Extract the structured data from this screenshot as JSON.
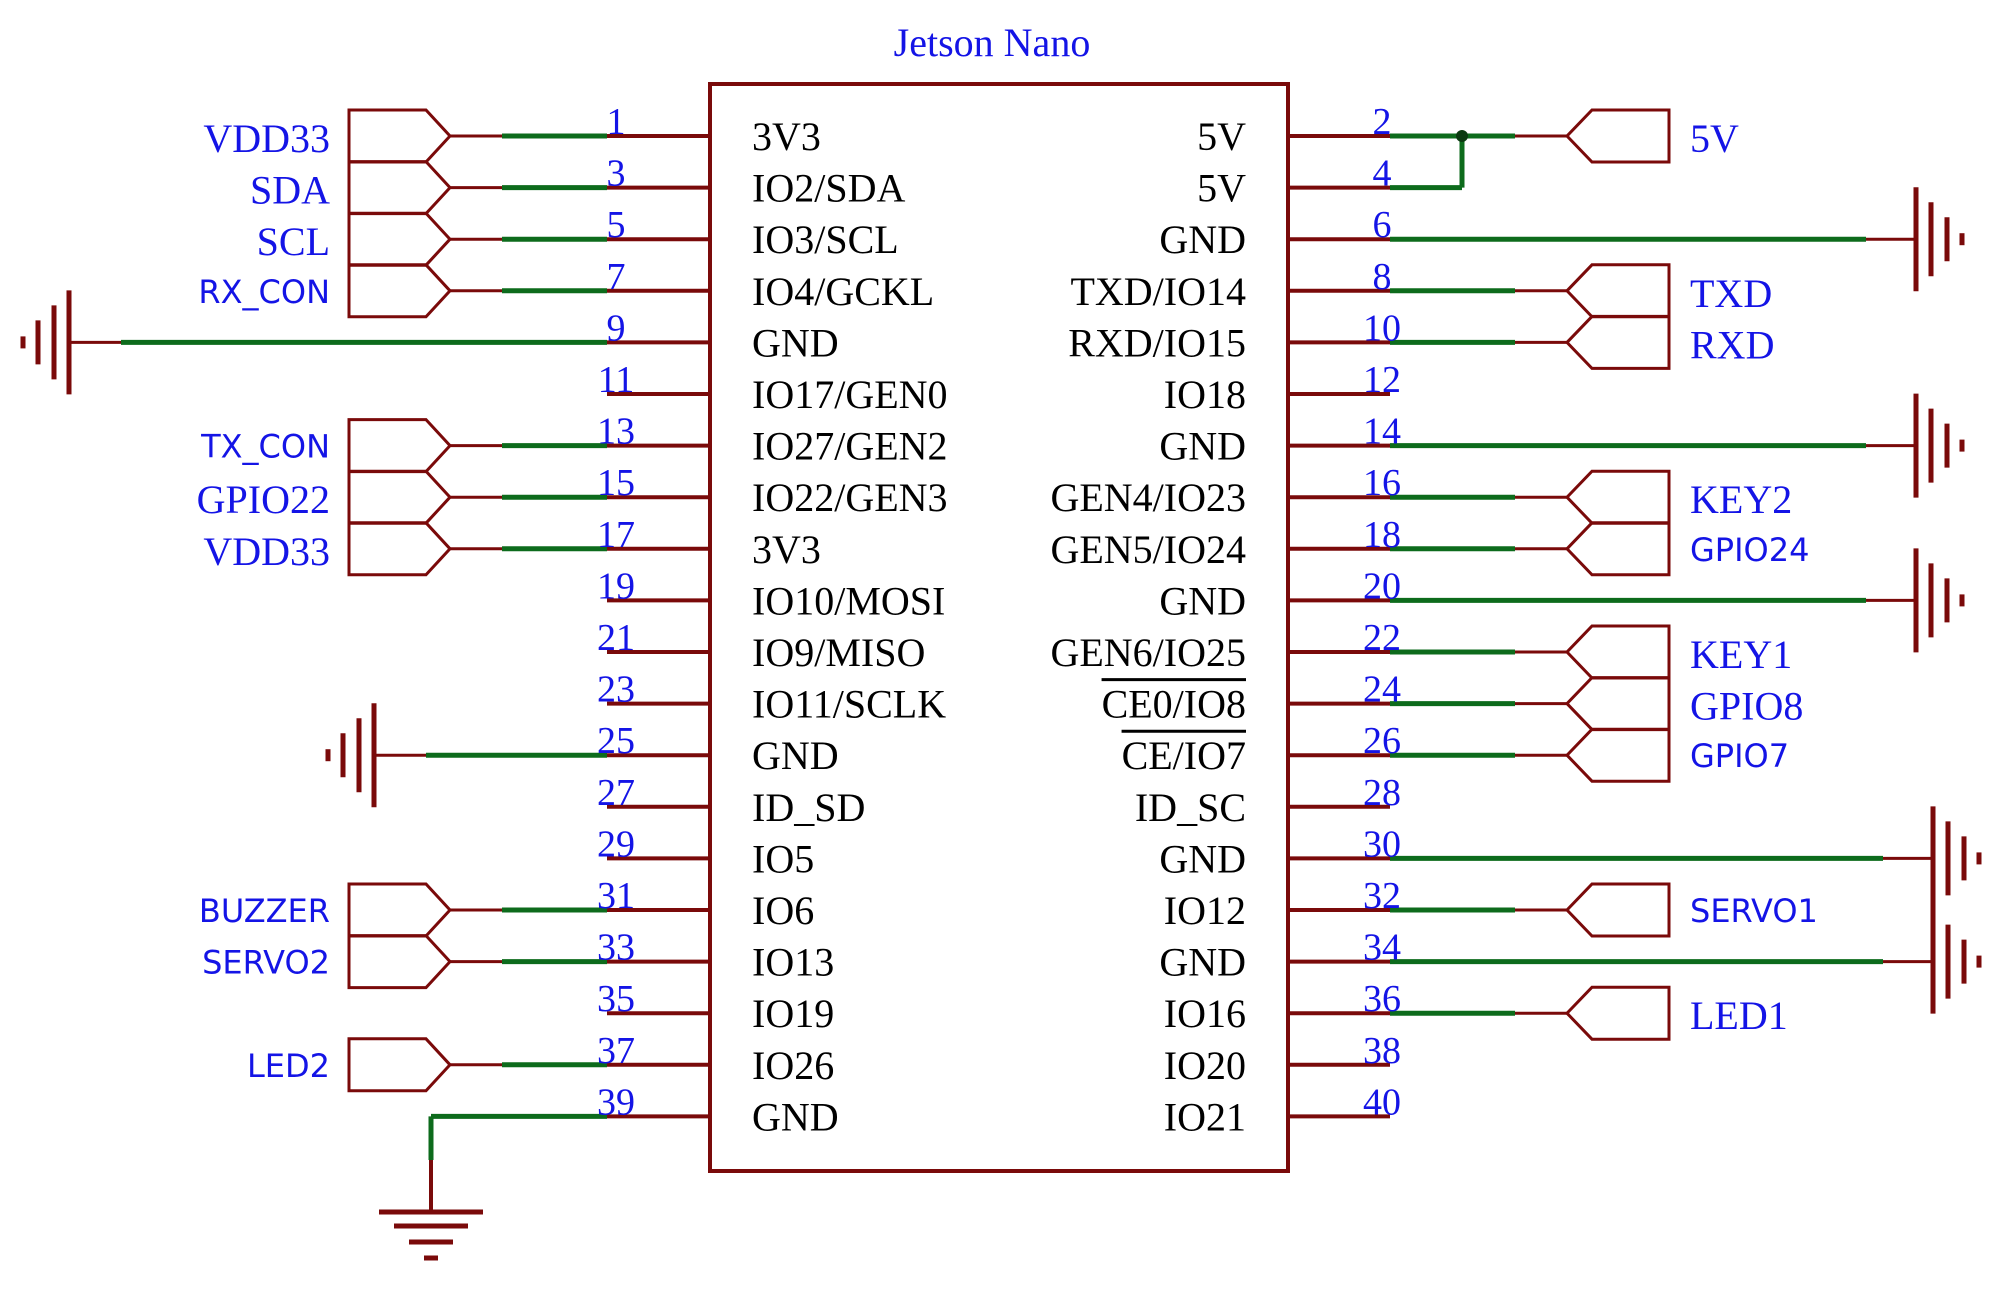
{
  "title": "Jetson Nano",
  "colors": {
    "body_outline": "#7a0a0a",
    "wire": "#0d6b1c",
    "net_label": "#1414e6",
    "pin_name": "#000000",
    "pin_number": "#1414e6"
  },
  "component": {
    "name": "Jetson Nano",
    "left_pins": [
      {
        "num": "1",
        "name": "3V3"
      },
      {
        "num": "3",
        "name": "IO2/SDA"
      },
      {
        "num": "5",
        "name": "IO3/SCL"
      },
      {
        "num": "7",
        "name": "IO4/GCKL"
      },
      {
        "num": "9",
        "name": "GND"
      },
      {
        "num": "11",
        "name": "IO17/GEN0"
      },
      {
        "num": "13",
        "name": "IO27/GEN2"
      },
      {
        "num": "15",
        "name": "IO22/GEN3"
      },
      {
        "num": "17",
        "name": "3V3"
      },
      {
        "num": "19",
        "name": "IO10/MOSI"
      },
      {
        "num": "21",
        "name": "IO9/MISO"
      },
      {
        "num": "23",
        "name": "IO11/SCLK"
      },
      {
        "num": "25",
        "name": "GND"
      },
      {
        "num": "27",
        "name": "ID_SD"
      },
      {
        "num": "29",
        "name": "IO5"
      },
      {
        "num": "31",
        "name": "IO6"
      },
      {
        "num": "33",
        "name": "IO13"
      },
      {
        "num": "35",
        "name": "IO19"
      },
      {
        "num": "37",
        "name": "IO26"
      },
      {
        "num": "39",
        "name": "GND"
      }
    ],
    "right_pins": [
      {
        "num": "2",
        "name": "5V"
      },
      {
        "num": "4",
        "name": "5V"
      },
      {
        "num": "6",
        "name": "GND"
      },
      {
        "num": "8",
        "name": "TXD/IO14"
      },
      {
        "num": "10",
        "name": "RXD/IO15"
      },
      {
        "num": "12",
        "name": "IO18"
      },
      {
        "num": "14",
        "name": "GND"
      },
      {
        "num": "16",
        "name": "GEN4/IO23"
      },
      {
        "num": "18",
        "name": "GEN5/IO24"
      },
      {
        "num": "20",
        "name": "GND"
      },
      {
        "num": "22",
        "name": "GEN6/IO25"
      },
      {
        "num": "24",
        "name": "CE0/IO8",
        "overbar": true
      },
      {
        "num": "26",
        "name": "CE/IO7",
        "overbar": true
      },
      {
        "num": "28",
        "name": "ID_SC"
      },
      {
        "num": "30",
        "name": "GND"
      },
      {
        "num": "32",
        "name": "IO12"
      },
      {
        "num": "34",
        "name": "GND"
      },
      {
        "num": "36",
        "name": "IO16"
      },
      {
        "num": "38",
        "name": "IO20"
      },
      {
        "num": "40",
        "name": "IO21"
      }
    ]
  },
  "nets": {
    "left_ports": [
      {
        "row": 0,
        "label": "VDD33",
        "style": "serif"
      },
      {
        "row": 1,
        "label": "SDA",
        "style": "serif"
      },
      {
        "row": 2,
        "label": "SCL",
        "style": "serif"
      },
      {
        "row": 3,
        "label": "RX_CON",
        "style": "sans"
      },
      {
        "row": 6,
        "label": "TX_CON",
        "style": "sans"
      },
      {
        "row": 7,
        "label": "GPIO22",
        "style": "serif"
      },
      {
        "row": 8,
        "label": "VDD33",
        "style": "serif"
      },
      {
        "row": 15,
        "label": "BUZZER",
        "style": "sans"
      },
      {
        "row": 16,
        "label": "SERVO2",
        "style": "sans"
      },
      {
        "row": 18,
        "label": "LED2",
        "style": "sans"
      }
    ],
    "right_ports": [
      {
        "row": 0,
        "label": "5V",
        "style": "serif"
      },
      {
        "row": 3,
        "label": "TXD",
        "style": "serif"
      },
      {
        "row": 4,
        "label": "RXD",
        "style": "serif"
      },
      {
        "row": 7,
        "label": "KEY2",
        "style": "serif"
      },
      {
        "row": 8,
        "label": "GPIO24",
        "style": "sans"
      },
      {
        "row": 10,
        "label": "KEY1",
        "style": "serif"
      },
      {
        "row": 11,
        "label": "GPIO8",
        "style": "serif"
      },
      {
        "row": 12,
        "label": "GPIO7",
        "style": "sans"
      },
      {
        "row": 15,
        "label": "SERVO1",
        "style": "sans"
      },
      {
        "row": 17,
        "label": "LED1",
        "style": "serif"
      }
    ],
    "ground_symbols": [
      {
        "side": "left",
        "row": 4,
        "pin": "9"
      },
      {
        "side": "left",
        "row": 12,
        "pin": "25"
      },
      {
        "side": "left",
        "row": 19,
        "pin": "39",
        "orientation": "down"
      },
      {
        "side": "right",
        "row": 2,
        "pin": "6"
      },
      {
        "side": "right",
        "row": 6,
        "pin": "14"
      },
      {
        "side": "right",
        "row": 9,
        "pin": "20"
      },
      {
        "side": "right",
        "row": 14,
        "pin": "30"
      },
      {
        "side": "right",
        "row": 16,
        "pin": "34"
      }
    ],
    "junctions": [
      {
        "desc": "5V pins 2 and 4 tied together",
        "pins": [
          "2",
          "4"
        ]
      }
    ],
    "unconnected_pins": [
      "11",
      "19",
      "21",
      "23",
      "27",
      "29",
      "35",
      "12",
      "28",
      "38",
      "40"
    ]
  }
}
